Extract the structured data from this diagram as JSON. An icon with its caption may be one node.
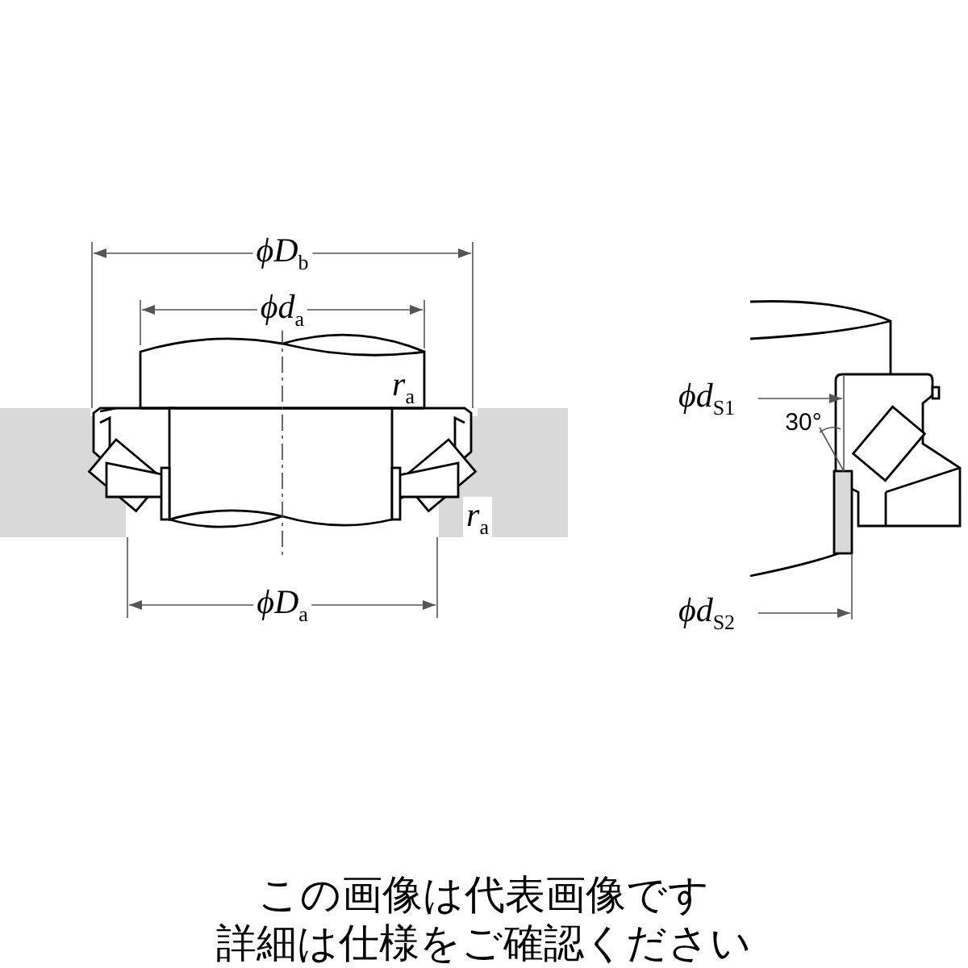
{
  "diagram": {
    "caption": "この画像は代表画像です詳細は仕様をご確認ください",
    "labels": [
      "ϕD$_{b}$",
      "ϕd$_{a}$",
      "r$_{a}$",
      "r$_{a}$",
      "ϕD$_{a}$",
      "ϕd$_{S1}$",
      "30°",
      "ϕd$_{S2}$"
    ]
  }
}
